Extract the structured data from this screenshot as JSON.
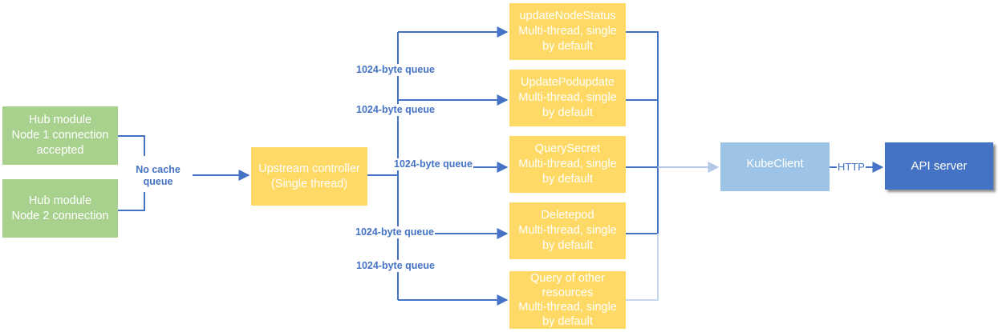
{
  "hub_modules": [
    {
      "lines": [
        "Hub module",
        "Node 1 connection",
        "accepted"
      ]
    },
    {
      "lines": [
        "Hub module",
        "Node 2 connection"
      ]
    }
  ],
  "no_cache_label": [
    "No cache",
    "queue"
  ],
  "upstream_controller": {
    "lines": [
      "Upstream controller",
      "(Single thread)"
    ]
  },
  "queue_labels": [
    "1024-byte queue",
    "1024-byte queue",
    "1024-byte queue",
    "1024-byte queue",
    "1024-byte queue"
  ],
  "handlers": [
    {
      "lines": [
        "updateNodeStatus",
        "Multi-thread, single",
        "by default"
      ]
    },
    {
      "lines": [
        "UpdatePodupdate",
        "Multi-thread, single",
        "by default"
      ]
    },
    {
      "lines": [
        "QuerySecret",
        "Multi-thread, single",
        "by default"
      ]
    },
    {
      "lines": [
        "Deletepod",
        "Multi-thread, single",
        "by default"
      ]
    },
    {
      "lines": [
        "Query of other",
        "resources",
        "Multi-thread, single",
        "by default"
      ]
    }
  ],
  "kubeclient": {
    "label": "KubeClient"
  },
  "http_label": "HTTP",
  "api_server": {
    "label": "API server"
  },
  "colors": {
    "hub_green": "#a9d18e",
    "handler_yellow": "#ffd966",
    "kubeclient_blue": "#9dc3e6",
    "api_server_blue": "#4472c4",
    "connector_blue": "#4472c4",
    "label_text": "#4472c4"
  }
}
